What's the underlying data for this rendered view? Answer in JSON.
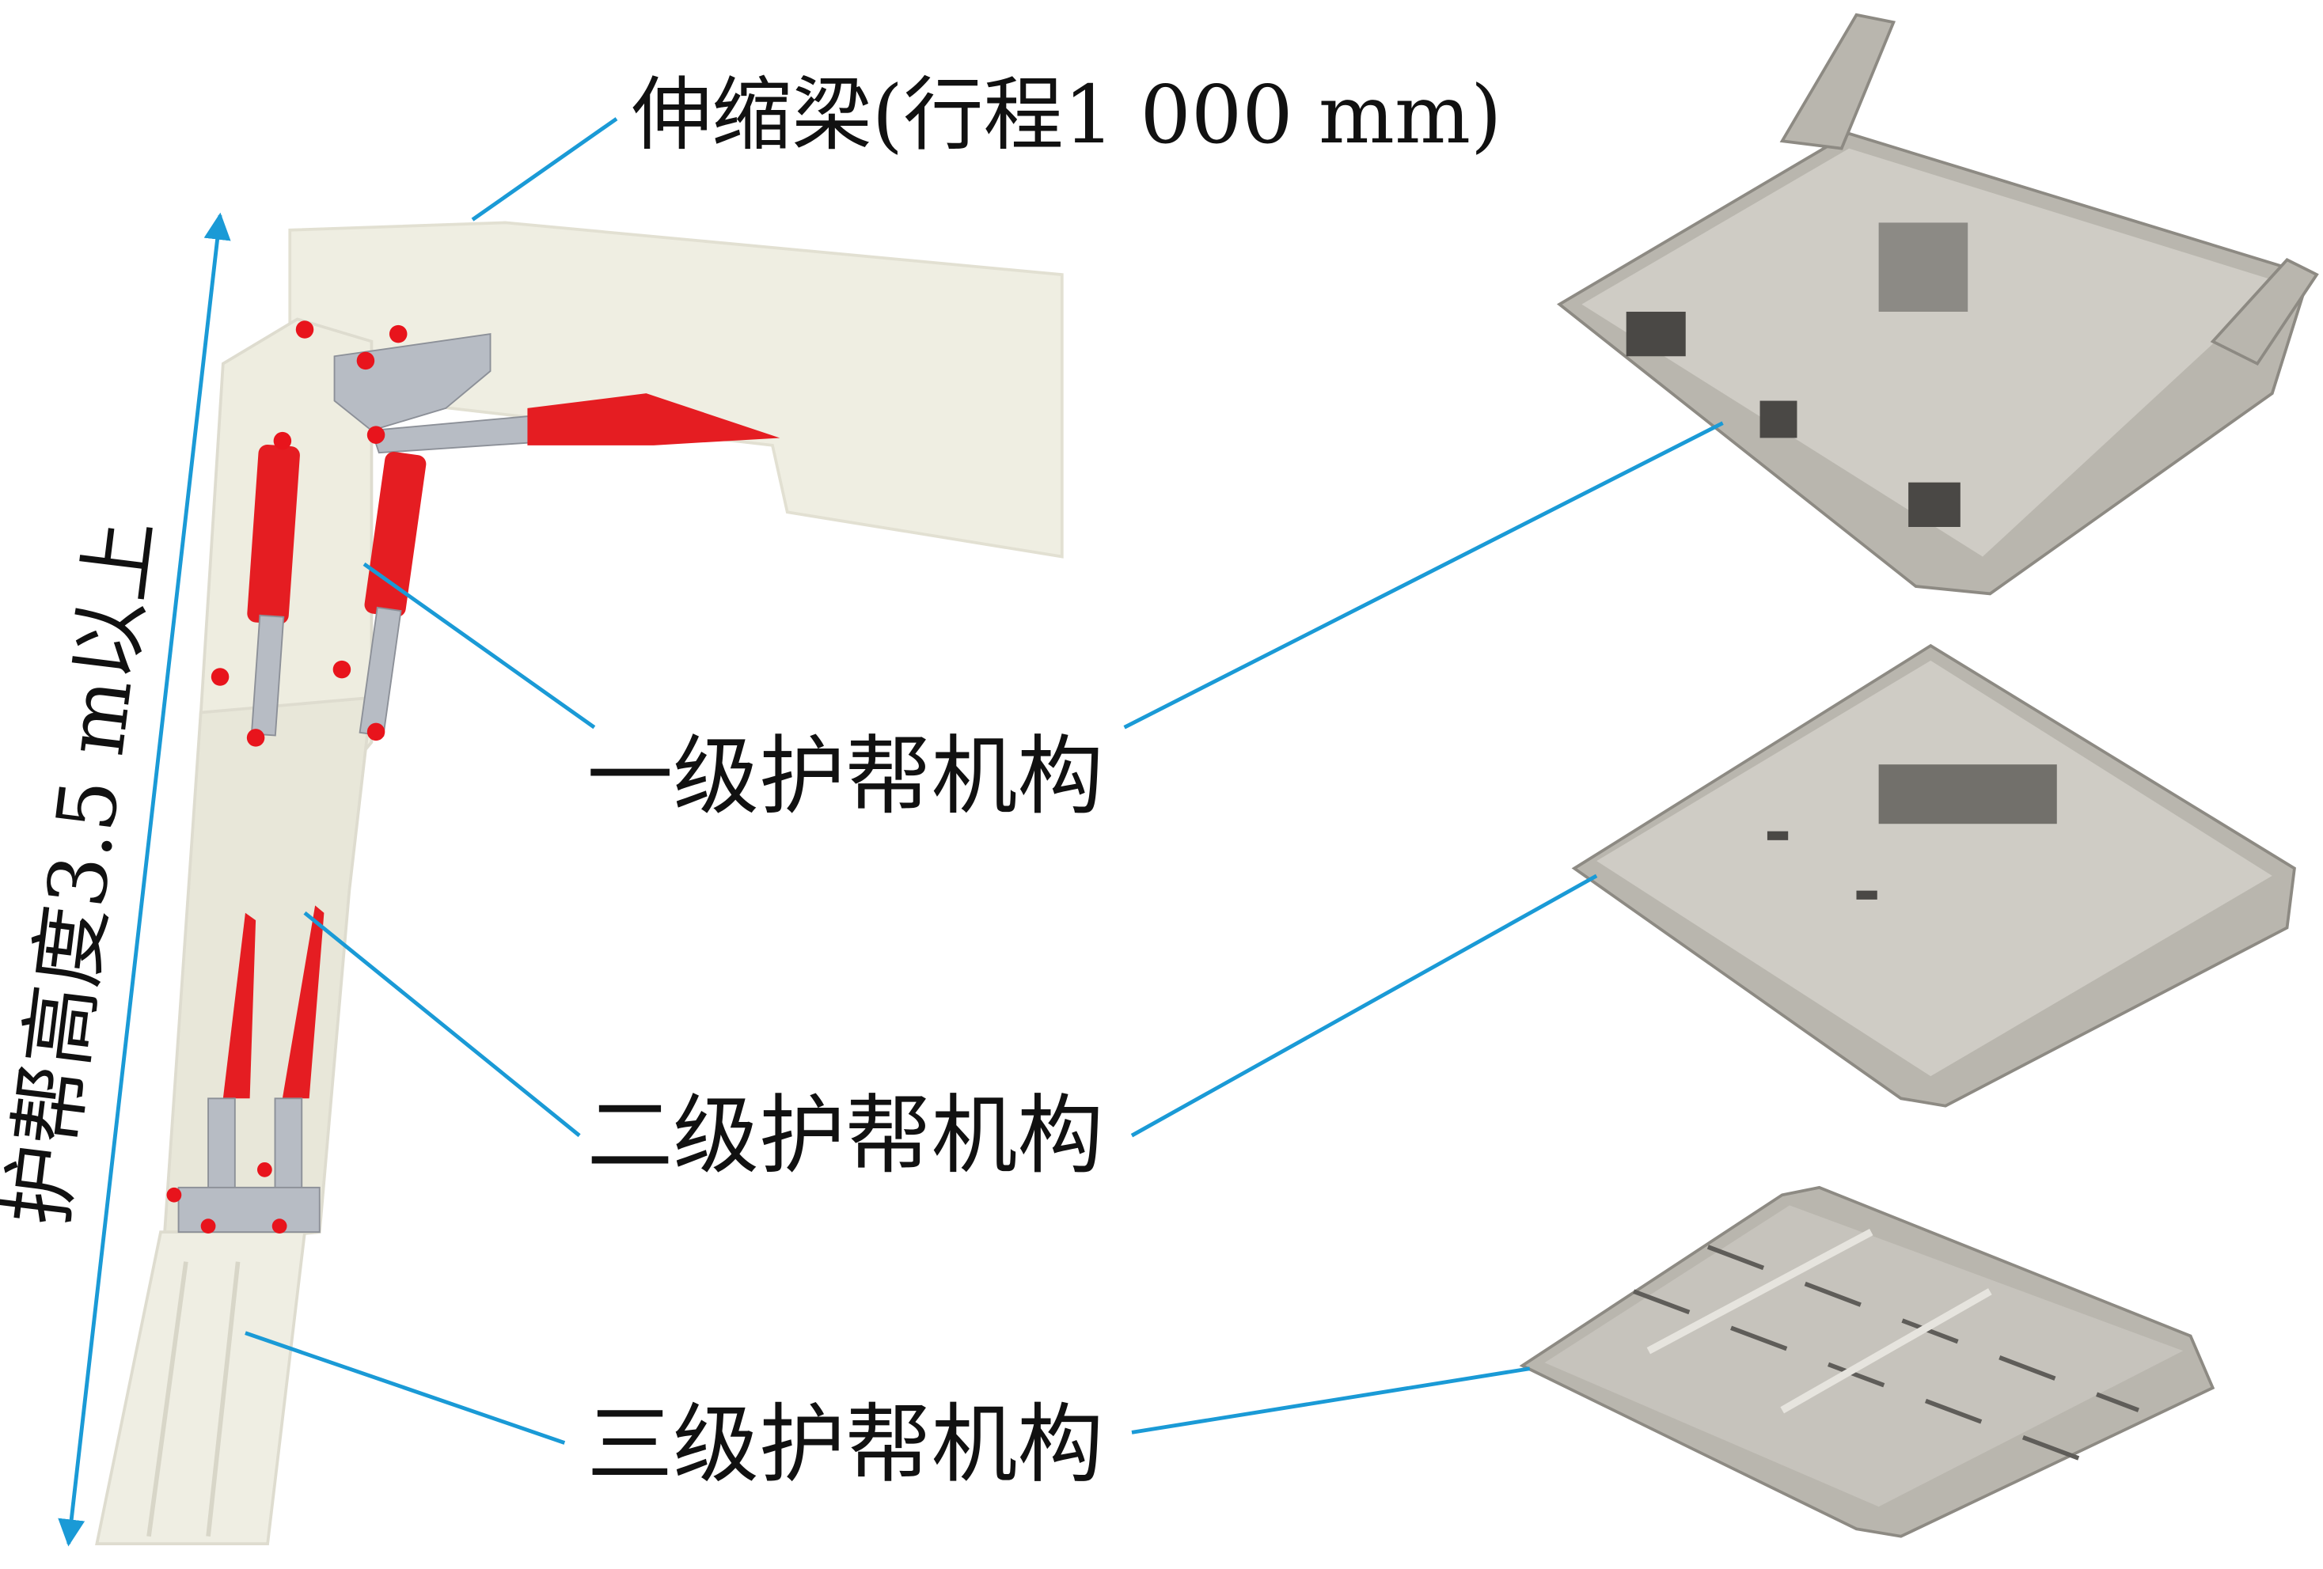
{
  "labels": {
    "telescopic_beam": "伸缩梁(行程1 000 mm)",
    "level1": "一级护帮机构",
    "level2": "二级护帮机构",
    "level3": "三级护帮机构",
    "height": "护帮高度3.5 m以上"
  },
  "colors": {
    "leader_line": "#1a9ad6",
    "cylinder": "#e51d22",
    "structure": "#efeee2",
    "plate": "#b9b6ae"
  }
}
